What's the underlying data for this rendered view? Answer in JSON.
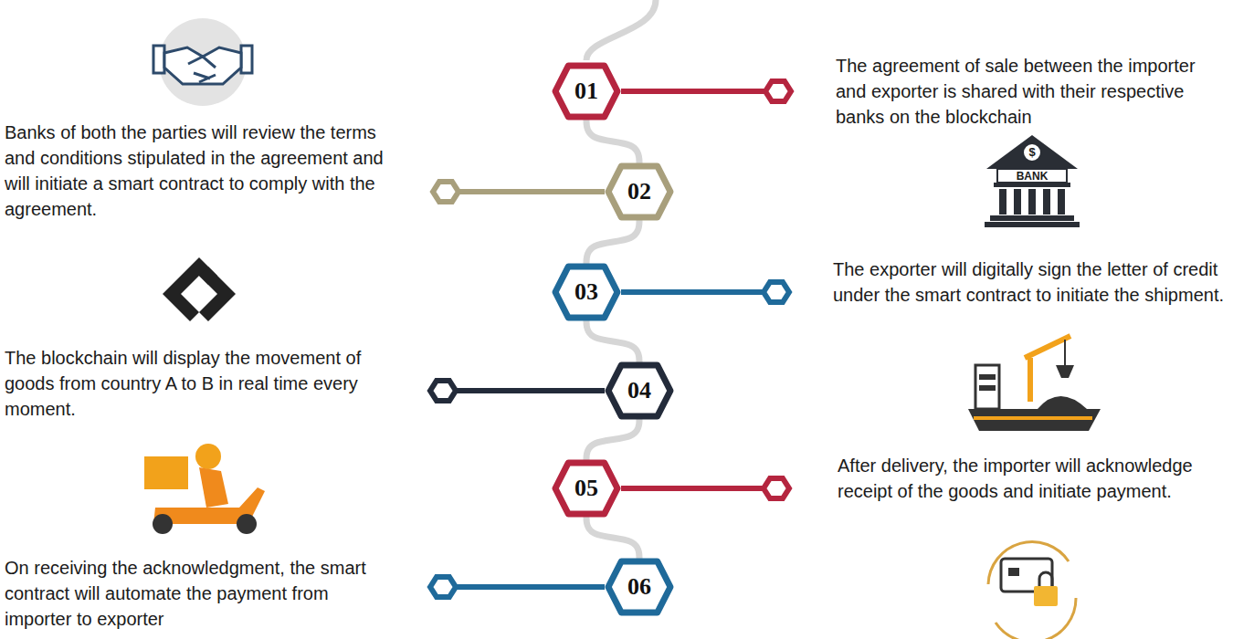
{
  "diagram": {
    "nodes": [
      {
        "text": [
          "01"
        ]
      },
      {
        "text": [
          "02"
        ]
      },
      {
        "text": [
          "03"
        ]
      },
      {
        "text": [
          "04"
        ]
      },
      {
        "text": [
          "05"
        ]
      },
      {
        "text": [
          "06"
        ]
      }
    ],
    "edges": [
      {
        "from": 0,
        "to": 1,
        "arrow": "none"
      },
      {
        "from": 1,
        "to": 2,
        "arrow": "none"
      },
      {
        "from": 2,
        "to": 3,
        "arrow": "none"
      },
      {
        "from": 3,
        "to": 4,
        "arrow": "none"
      },
      {
        "from": 4,
        "to": 5,
        "arrow": "none"
      }
    ],
    "labels": [
      "The agreement of sale between the importer and exporter is shared with their respective banks on the blockchain",
      "Banks of both the parties will review the terms and conditions stipulated in the agreement and will initiate a smart contract to comply with the agreement.",
      "$",
      "BANK",
      "The exporter will digitally sign the letter of credit under the smart contract to initiate the shipment.",
      "The blockchain will display the movement of goods from country A to B in real time every moment.",
      "After delivery, the importer will acknowledge receipt of the goods and initiate payment.",
      "On receiving the acknowledgment, the smart contract will automate the payment from importer to exporter"
    ]
  }
}
